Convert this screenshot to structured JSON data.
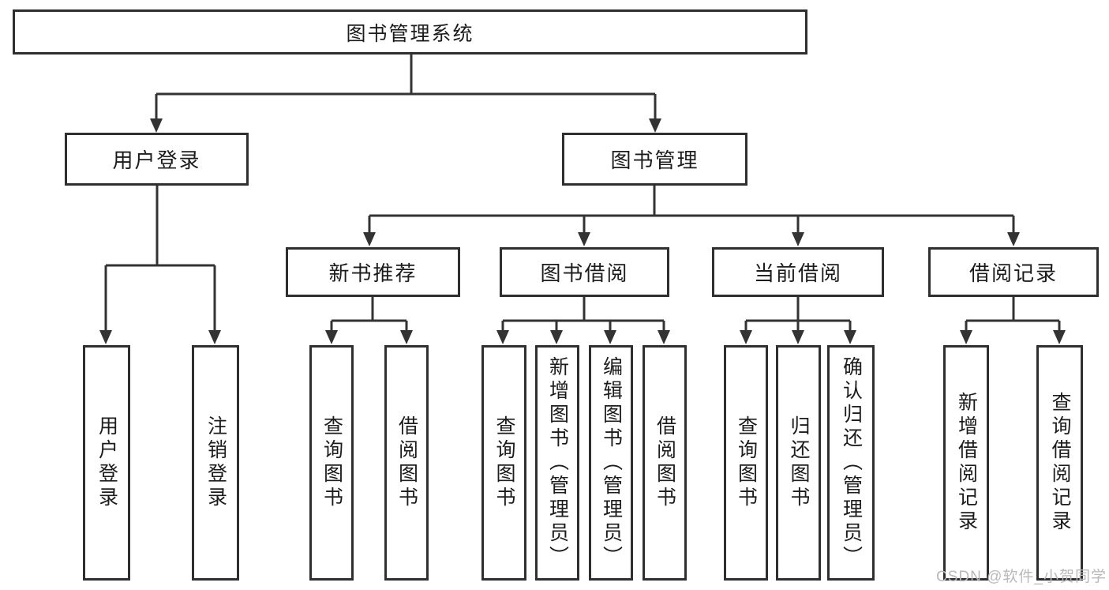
{
  "diagram_title": "图书管理系统",
  "tree": {
    "root": {
      "label": "图书管理系统",
      "children": [
        {
          "label": "用户登录",
          "children": [
            {
              "label": "用户登录"
            },
            {
              "label": "注销登录"
            }
          ]
        },
        {
          "label": "图书管理",
          "children": [
            {
              "label": "新书推荐",
              "children": [
                {
                  "label": "查询图书"
                },
                {
                  "label": "借阅图书"
                }
              ]
            },
            {
              "label": "图书借阅",
              "children": [
                {
                  "label": "查询图书"
                },
                {
                  "label": "新增图书（管理员）"
                },
                {
                  "label": "编辑图书（管理员）"
                },
                {
                  "label": "借阅图书"
                }
              ]
            },
            {
              "label": "当前借阅",
              "children": [
                {
                  "label": "查询图书"
                },
                {
                  "label": "归还图书"
                },
                {
                  "label": "确认归还（管理员）"
                }
              ]
            },
            {
              "label": "借阅记录",
              "children": [
                {
                  "label": "新增借阅记录"
                },
                {
                  "label": "查询借阅记录"
                }
              ]
            }
          ]
        }
      ]
    }
  },
  "watermark": "CSDN @软件_小贺同学",
  "colors": {
    "line": "#333333",
    "box_border": "#2f2f2f",
    "text": "#1c1c1c",
    "background": "#ffffff",
    "watermark": "#b9b9b9"
  }
}
